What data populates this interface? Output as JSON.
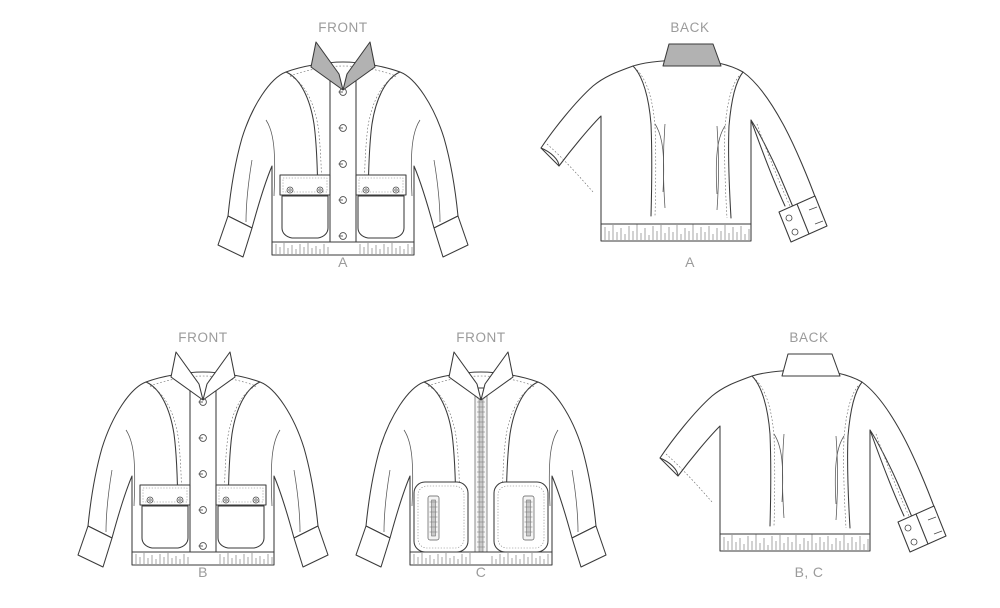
{
  "page": {
    "title": "Jacket Technical Flat Line Drawings",
    "background_color": "#ffffff",
    "line_color": "#3a3a3a",
    "label_color": "#9b9b9b",
    "shade_color": "#b2b2b2"
  },
  "figures": [
    {
      "id": "fig-a-front",
      "view_label": "FRONT",
      "variant_label": "A",
      "garment": "jacket",
      "closure": "button placket",
      "collar": "pointed shirt collar, shaded",
      "pockets": "two flap patch pockets with snaps",
      "hem": "ribbed knit band",
      "sleeves": "long raglan sleeves with cuffs",
      "button_count": 5
    },
    {
      "id": "fig-a-back",
      "view_label": "BACK",
      "variant_label": "A",
      "garment": "jacket",
      "collar": "collar band, shaded",
      "hem": "ribbed knit band",
      "sleeves": "long raglan sleeves with buttoned cuff",
      "cuff_buttons": 2
    },
    {
      "id": "fig-b-front",
      "view_label": "FRONT",
      "variant_label": "B",
      "garment": "jacket",
      "closure": "button placket",
      "collar": "pointed shirt collar, unshaded",
      "pockets": "two flap patch pockets with snaps",
      "hem": "ribbed knit band",
      "sleeves": "long raglan sleeves with cuffs",
      "button_count": 5
    },
    {
      "id": "fig-c-front",
      "view_label": "FRONT",
      "variant_label": "C",
      "garment": "jacket",
      "closure": "center front zipper",
      "collar": "pointed shirt collar, unshaded",
      "pockets": "two rounded patch pockets with vertical zippers",
      "hem": "ribbed knit band",
      "sleeves": "long raglan sleeves with cuffs"
    },
    {
      "id": "fig-bc-back",
      "view_label": "BACK",
      "variant_label": "B, C",
      "garment": "jacket",
      "collar": "collar band, unshaded",
      "hem": "ribbed knit band",
      "sleeves": "long raglan sleeves with buttoned cuff",
      "cuff_buttons": 2
    }
  ]
}
